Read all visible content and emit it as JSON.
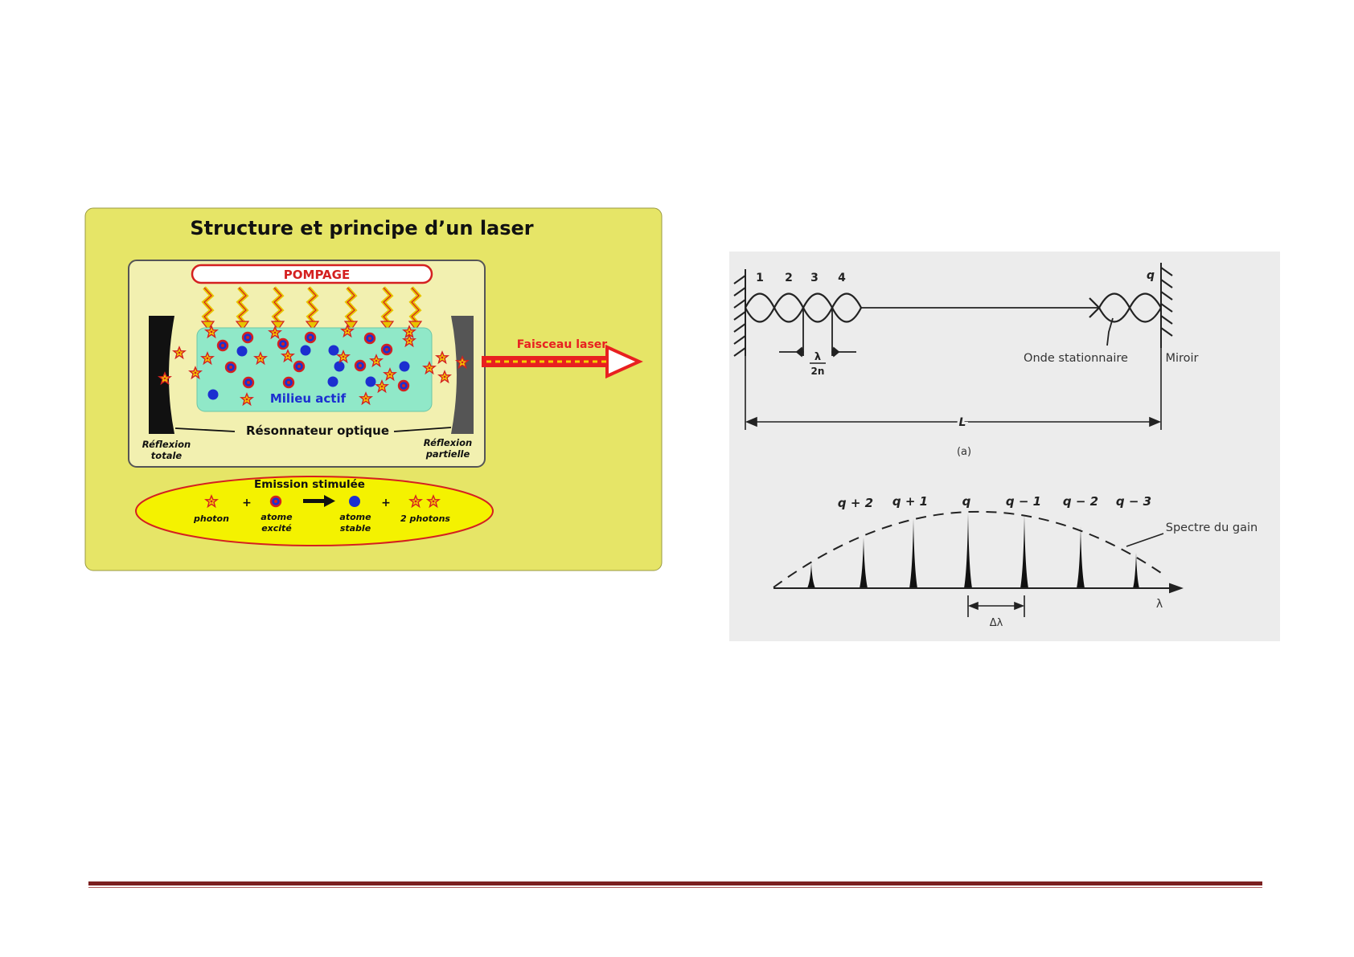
{
  "laser_figure": {
    "title": "Structure et principe d’un laser",
    "pumping_label": "POMPAGE",
    "medium_label": "Milieu actif",
    "beam_label": "Faisceau laser",
    "resonator_label": "Résonnateur optique",
    "mirror_left": {
      "line1": "Réflexion",
      "line2": "totale"
    },
    "mirror_right": {
      "line1": "Réflexion",
      "line2": "partielle"
    },
    "emission": {
      "title": "Emission stimulée",
      "plus": "+",
      "photon": "photon",
      "excited": {
        "line1": "atome",
        "line2": "excité"
      },
      "stable": {
        "line1": "atome",
        "line2": "stable"
      },
      "photons2": "2 photons"
    },
    "colors": {
      "background": "#e6e567",
      "cavity": "#f2f0b0",
      "medium": "#90e8c8",
      "pumping": "#d42020",
      "atom": "#1c2fd0",
      "photon": "#e8c400",
      "beam": "#e82020"
    }
  },
  "cavity_figure": {
    "mode_numbers": [
      "1",
      "2",
      "3",
      "4"
    ],
    "q": "q",
    "half_wavelength": {
      "num": "λ",
      "den": "2n"
    },
    "standing_wave_label": "Onde stationnaire",
    "mirror_label": "Miroir",
    "length_label": "L",
    "panel_label": "(a)",
    "mode_labels": [
      "q + 2",
      "q + 1",
      "q",
      "q − 1",
      "q − 2",
      "q − 3"
    ],
    "gain_label": "Spectre du gain",
    "axis_label": "λ",
    "spacing_label": "Δλ",
    "colors": {
      "background": "#ececec",
      "ink": "#222222"
    }
  }
}
